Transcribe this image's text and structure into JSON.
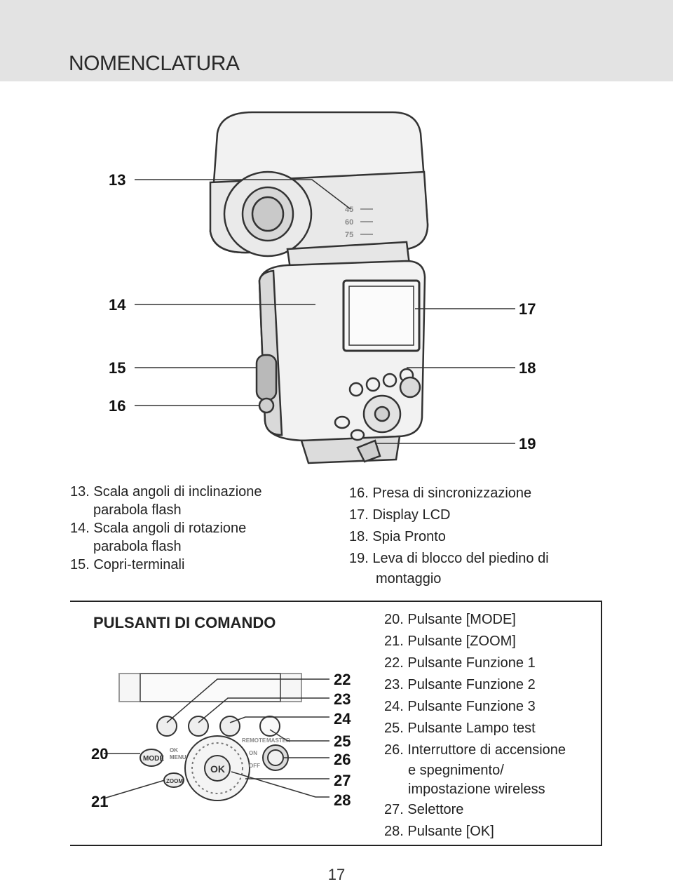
{
  "header": {
    "title": "NOMENCLATURA"
  },
  "top_callouts": [
    "13",
    "14",
    "15",
    "16",
    "17",
    "18",
    "19"
  ],
  "tilt_scale_marks": [
    "45",
    "60",
    "75"
  ],
  "captions_left": [
    {
      "main": "13. Scala angoli di inclinazione",
      "cont": "parabola flash"
    },
    {
      "main": "14. Scala angoli di rotazione",
      "cont": "parabola flash"
    },
    {
      "main": "15. Copri-terminali",
      "cont": ""
    }
  ],
  "captions_right": [
    {
      "main": "16. Presa di sincronizzazione",
      "cont": ""
    },
    {
      "main": "17. Display LCD",
      "cont": ""
    },
    {
      "main": "18. Spia Pronto",
      "cont": ""
    },
    {
      "main": "19. Leva di blocco del piedino di",
      "cont": "montaggio"
    }
  ],
  "panel": {
    "title": "PULSANTI DI COMANDO",
    "callouts_left": [
      "20",
      "21"
    ],
    "callouts_right": [
      "22",
      "23",
      "24",
      "25",
      "26",
      "27",
      "28"
    ],
    "button_labels": {
      "mode": "MODE",
      "zoom": "ZOOM",
      "ok": "OK",
      "ok_menu": "OK",
      "menu": "MENU",
      "remote": "REMOTE",
      "master": "MASTER",
      "on": "ON",
      "off": "OFF"
    },
    "items": [
      {
        "main": "20. Pulsante [MODE]",
        "cont": ""
      },
      {
        "main": "21. Pulsante [ZOOM]",
        "cont": ""
      },
      {
        "main": "22. Pulsante Funzione 1",
        "cont": ""
      },
      {
        "main": "23. Pulsante Funzione 2",
        "cont": ""
      },
      {
        "main": "24. Pulsante Funzione 3",
        "cont": ""
      },
      {
        "main": "25. Pulsante Lampo test",
        "cont": ""
      },
      {
        "main": "26. Interruttore di accensione",
        "cont": "e spegnimento/"
      },
      {
        "main": "",
        "cont": "impostazione wireless"
      },
      {
        "main": "27. Selettore",
        "cont": ""
      },
      {
        "main": "28. Pulsante [OK]",
        "cont": ""
      }
    ]
  },
  "page_number": "17"
}
